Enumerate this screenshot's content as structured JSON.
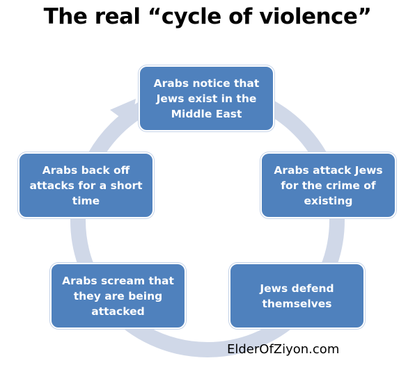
{
  "title": "The real “cycle of violence”",
  "colors": {
    "box_fill": "#4f81bd",
    "box_text": "#ffffff",
    "arrow_ring": "#d0d8e8"
  },
  "steps": [
    {
      "label": "Arabs notice that Jews exist in the Middle East"
    },
    {
      "label": "Arabs attack Jews for the crime of existing"
    },
    {
      "label": "Jews defend themselves"
    },
    {
      "label": "Arabs scream that they are being attacked"
    },
    {
      "label": "Arabs back off attacks for a short time"
    }
  ],
  "watermark": "ElderOfZiyon.com"
}
